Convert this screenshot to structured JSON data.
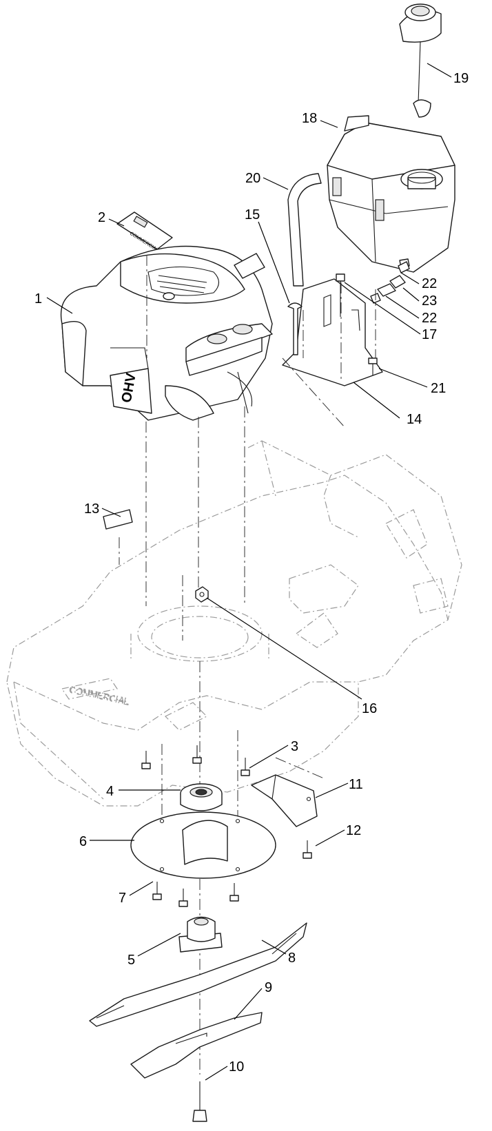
{
  "diagram": {
    "callouts": [
      {
        "id": "1",
        "text": "1"
      },
      {
        "id": "2",
        "text": "2"
      },
      {
        "id": "3",
        "text": "3"
      },
      {
        "id": "4",
        "text": "4"
      },
      {
        "id": "5",
        "text": "5"
      },
      {
        "id": "6",
        "text": "6"
      },
      {
        "id": "7",
        "text": "7"
      },
      {
        "id": "8",
        "text": "8"
      },
      {
        "id": "9",
        "text": "9"
      },
      {
        "id": "10",
        "text": "10"
      },
      {
        "id": "11",
        "text": "11"
      },
      {
        "id": "12",
        "text": "12"
      },
      {
        "id": "13",
        "text": "13"
      },
      {
        "id": "14",
        "text": "14"
      },
      {
        "id": "15",
        "text": "15"
      },
      {
        "id": "16",
        "text": "16"
      },
      {
        "id": "17",
        "text": "17"
      },
      {
        "id": "18",
        "text": "18"
      },
      {
        "id": "19",
        "text": "19"
      },
      {
        "id": "20",
        "text": "20"
      },
      {
        "id": "21",
        "text": "21"
      },
      {
        "id": "22a",
        "text": "22"
      },
      {
        "id": "22b",
        "text": "22"
      },
      {
        "id": "23",
        "text": "23"
      }
    ],
    "decal_texts": {
      "engine_mark": "OHV",
      "decal_brand": "COMMERCIAL",
      "deck_brand": "COMMERCIAL"
    }
  }
}
